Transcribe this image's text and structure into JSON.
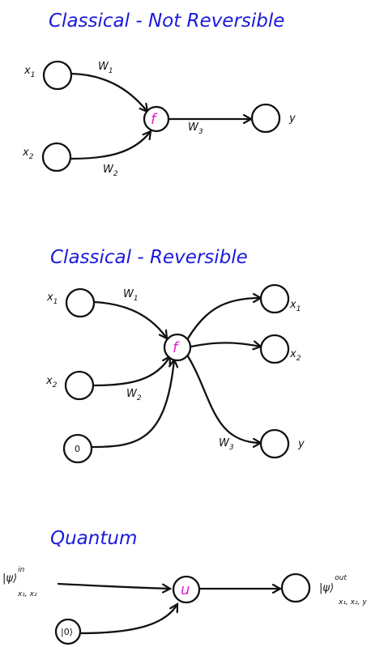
{
  "sections": {
    "classical_not_reversible": {
      "title": "Classical - Not Reversible",
      "inputs": [
        "x",
        "x"
      ],
      "input_subscripts": [
        "1",
        "2"
      ],
      "weights": [
        "W",
        "W",
        "W"
      ],
      "weight_subscripts": [
        "1",
        "2",
        "3"
      ],
      "function": "f",
      "output": "y"
    },
    "classical_reversible": {
      "title": "Classical - Reversible",
      "inputs": [
        "x",
        "x"
      ],
      "input_subscripts": [
        "1",
        "2"
      ],
      "constant_input": "0",
      "weights": [
        "W",
        "W",
        "W"
      ],
      "weight_subscripts": [
        "1",
        "2",
        "3"
      ],
      "function": "f",
      "outputs": [
        "x",
        "x",
        "y"
      ],
      "output_subscripts": [
        "1",
        "2",
        ""
      ]
    },
    "quantum": {
      "title": "Quantum",
      "input_state": "|ψ⟩",
      "input_state_sup": "in",
      "input_state_sub": "x₁, x₂",
      "ancilla": "|0⟩",
      "operator": "u",
      "output_state": "|ψ⟩",
      "output_state_sup": "out",
      "output_state_sub": "x₁, x₂, y"
    }
  },
  "colors": {
    "title": "#1a1adb",
    "function": "#e020c8",
    "stroke": "#111111"
  }
}
